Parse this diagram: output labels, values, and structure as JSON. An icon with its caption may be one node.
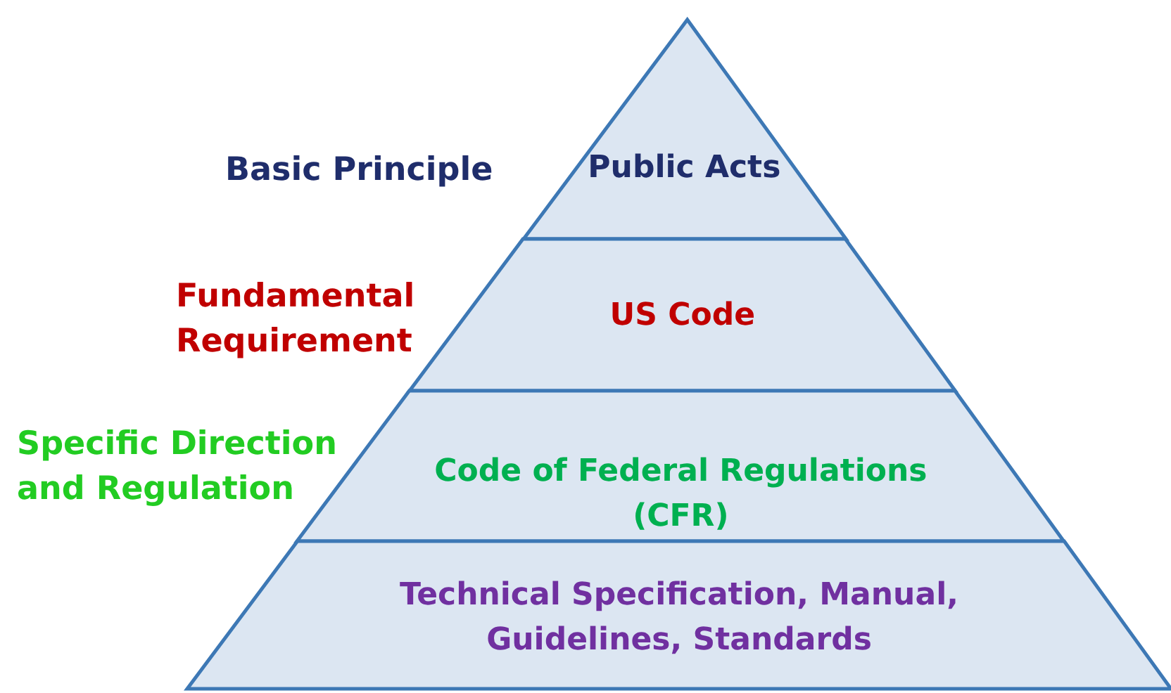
{
  "diagram": {
    "nodes": [
      {
        "text": [
          "Public Acts"
        ],
        "beside": [
          "Basic Principle"
        ]
      },
      {
        "text": [
          "US Code"
        ],
        "beside": [
          "Fundamental Requirement"
        ]
      },
      {
        "text": [
          "Code of Federal Regulations (CFR)"
        ],
        "beside": [
          "Specific Direction and Regulation"
        ]
      },
      {
        "text": [
          "Technical Specification, Manual, Guidelines, Standards"
        ]
      }
    ]
  }
}
